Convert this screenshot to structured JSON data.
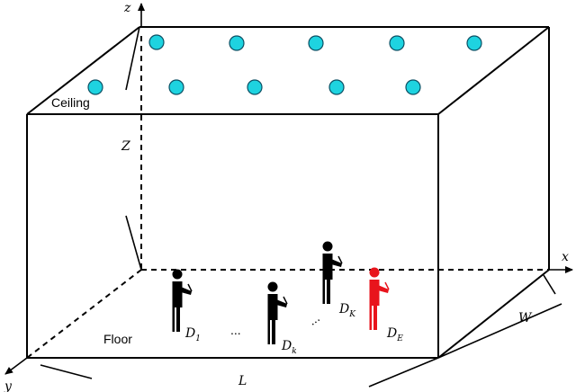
{
  "labels": {
    "ceiling": "Ceiling",
    "floor": "Floor",
    "axis_x": "x",
    "axis_y": "y",
    "axis_z": "z",
    "height": "Z",
    "length": "L",
    "width": "W",
    "dots_mid": "...",
    "dots_diag": "..."
  },
  "users": [
    {
      "base": "D",
      "sub": "1",
      "color": "#000000"
    },
    {
      "base": "D",
      "sub": "k",
      "color": "#000000"
    },
    {
      "base": "D",
      "sub": "K",
      "color": "#000000"
    },
    {
      "base": "D",
      "sub": "E",
      "color": "#e8141c"
    }
  ],
  "colors": {
    "led_fill": "#1ed3e0",
    "led_stroke": "#0b4f63",
    "eavesdropper": "#e8141c",
    "user": "#000000"
  }
}
